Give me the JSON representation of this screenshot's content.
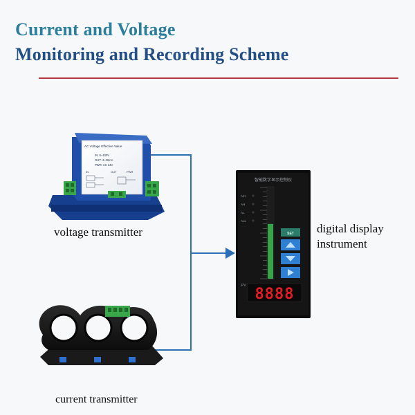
{
  "title": {
    "line1": "Current and Voltage",
    "line2": "Monitoring and Recording Scheme"
  },
  "voltage_transmitter": {
    "caption": "voltage transmitter",
    "panel_title": "AC Voltage Effective Value",
    "spec_in": "IN: 0~100V",
    "spec_out": "OUT: 4~20mA",
    "spec_pwr": "PWR: AC 24V",
    "term_in": "IN",
    "term_out": "OUT",
    "term_pwr": "PWR"
  },
  "current_transmitter": {
    "caption": "current transmitter"
  },
  "display_instrument": {
    "caption_line1": "digital display",
    "caption_line2": "instrument",
    "header_text": "智能数字显示控制仪",
    "led_labels": [
      "A/H",
      "AH",
      "AL",
      "ALL"
    ],
    "set_label": "SET",
    "pv_label": "PV",
    "readout": "8888",
    "bar_fill_fraction": 0.6
  },
  "colors": {
    "title_line1": "#2c7f9c",
    "title_line2": "#234f86",
    "rule": "#b23a3a",
    "connector": "#2c6fb5",
    "transmitter_body": "#1f4fa8",
    "terminal_green": "#3aa64a",
    "digit_red": "#e21c26",
    "button_blue": "#2f7fd3"
  }
}
